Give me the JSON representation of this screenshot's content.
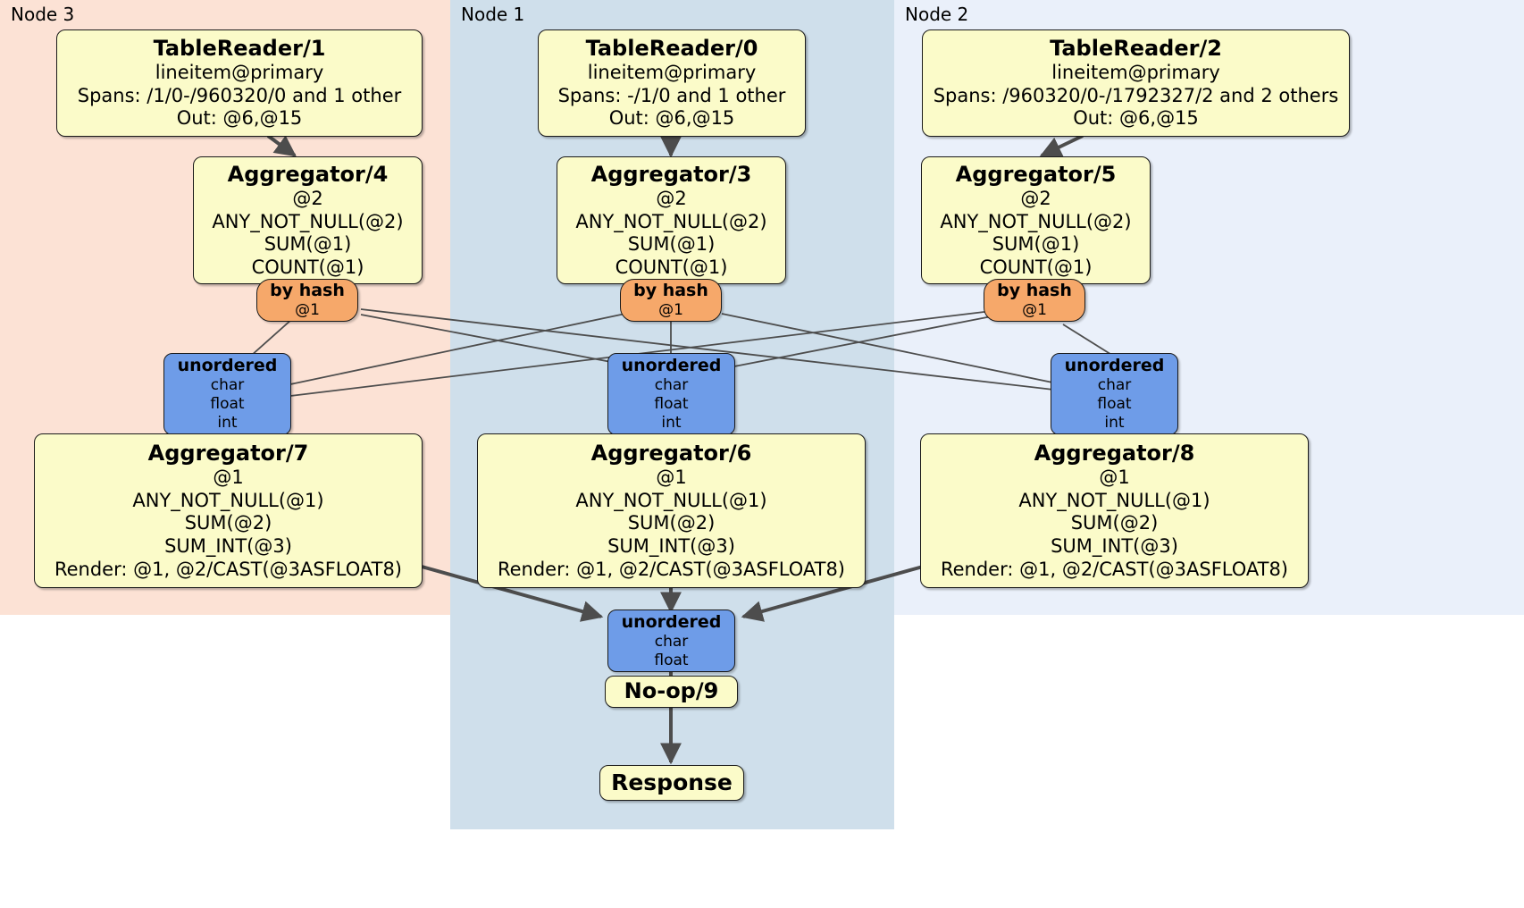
{
  "diagram": {
    "type": "distributed-query-plan",
    "colors": {
      "node3_panel": "#fce2d5",
      "node1_panel": "#cfdfeb",
      "node2_panel": "#eaf0fa",
      "processor_fill": "#fbfbc9",
      "router_fill": "#f6a86a",
      "stream_fill": "#6e9ce8",
      "edge_stroke": "#4d4d4d",
      "border": "#1a1a1a"
    }
  },
  "clusters": [
    {
      "id": "node3",
      "label": "Node 3"
    },
    {
      "id": "node1",
      "label": "Node 1"
    },
    {
      "id": "node2",
      "label": "Node 2"
    }
  ],
  "processors": {
    "table_reader_1": {
      "title": "TableReader/1",
      "lines": [
        "lineitem@primary",
        "Spans: /1/0-/960320/0 and 1 other",
        "Out: @6,@15"
      ]
    },
    "table_reader_0": {
      "title": "TableReader/0",
      "lines": [
        "lineitem@primary",
        "Spans: -/1/0 and 1 other",
        "Out: @6,@15"
      ]
    },
    "table_reader_2": {
      "title": "TableReader/2",
      "lines": [
        "lineitem@primary",
        "Spans: /960320/0-/1792327/2 and 2 others",
        "Out: @6,@15"
      ]
    },
    "aggregator_4": {
      "title": "Aggregator/4",
      "lines": [
        "@2",
        "ANY_NOT_NULL(@2)",
        "SUM(@1)",
        "COUNT(@1)"
      ]
    },
    "aggregator_3": {
      "title": "Aggregator/3",
      "lines": [
        "@2",
        "ANY_NOT_NULL(@2)",
        "SUM(@1)",
        "COUNT(@1)"
      ]
    },
    "aggregator_5": {
      "title": "Aggregator/5",
      "lines": [
        "@2",
        "ANY_NOT_NULL(@2)",
        "SUM(@1)",
        "COUNT(@1)"
      ]
    },
    "aggregator_7": {
      "title": "Aggregator/7",
      "lines": [
        "@1",
        "ANY_NOT_NULL(@1)",
        "SUM(@2)",
        "SUM_INT(@3)",
        "Render: @1, @2/CAST(@3ASFLOAT8)"
      ]
    },
    "aggregator_6": {
      "title": "Aggregator/6",
      "lines": [
        "@1",
        "ANY_NOT_NULL(@1)",
        "SUM(@2)",
        "SUM_INT(@3)",
        "Render: @1, @2/CAST(@3ASFLOAT8)"
      ]
    },
    "aggregator_8": {
      "title": "Aggregator/8",
      "lines": [
        "@1",
        "ANY_NOT_NULL(@1)",
        "SUM(@2)",
        "SUM_INT(@3)",
        "Render: @1, @2/CAST(@3ASFLOAT8)"
      ]
    },
    "noop_9": {
      "title": "No-op/9",
      "lines": []
    },
    "response": {
      "title": "Response",
      "lines": []
    }
  },
  "routers": {
    "by_hash_left": {
      "title": "by hash",
      "lines": [
        "@1"
      ]
    },
    "by_hash_middle": {
      "title": "by hash",
      "lines": [
        "@1"
      ]
    },
    "by_hash_right": {
      "title": "by hash",
      "lines": [
        "@1"
      ]
    }
  },
  "streams": {
    "unordered_left": {
      "title": "unordered",
      "lines": [
        "char",
        "float",
        "int"
      ]
    },
    "unordered_middle": {
      "title": "unordered",
      "lines": [
        "char",
        "float",
        "int"
      ]
    },
    "unordered_right": {
      "title": "unordered",
      "lines": [
        "char",
        "float",
        "int"
      ]
    },
    "unordered_final": {
      "title": "unordered",
      "lines": [
        "char",
        "float"
      ]
    }
  }
}
